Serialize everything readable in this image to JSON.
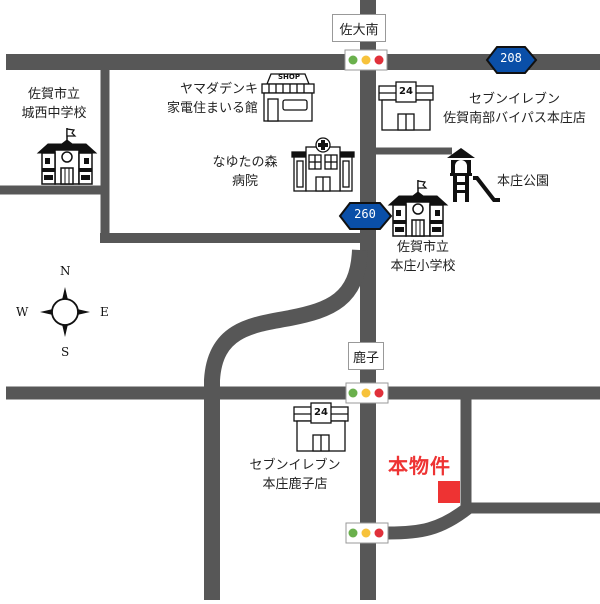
{
  "map": {
    "colors": {
      "road": "#575757",
      "route_sign_fill": "#0a4fa8",
      "route_sign_text": "#ffffff",
      "property": "#ee3333",
      "signal_green": "#6ab04c",
      "signal_yellow": "#f7c23b",
      "signal_red": "#e0303a"
    },
    "intersections": [
      {
        "name": "佐大南"
      },
      {
        "name": "鹿子"
      }
    ],
    "route_signs": [
      {
        "number": "208"
      },
      {
        "number": "260"
      }
    ],
    "landmarks": {
      "school_josei": {
        "line1": "佐賀市立",
        "line2": "城西中学校",
        "icon": "school-icon"
      },
      "yamada": {
        "line1": "ヤマダデンキ",
        "line2": "家電住まいる館",
        "icon": "shop-icon",
        "icon_text": "SHOP"
      },
      "seven_bypass": {
        "line1": "セブンイレブン",
        "line2": "佐賀南部バイパス本庄店",
        "icon": "convenience-store-icon",
        "icon_text": "24"
      },
      "hospital": {
        "line1": "なゆたの森",
        "line2": "病院",
        "icon": "hospital-icon"
      },
      "park": {
        "label": "本庄公園",
        "icon": "playground-slide-icon"
      },
      "school_honjo": {
        "line1": "佐賀市立",
        "line2": "本庄小学校",
        "icon": "school-icon"
      },
      "seven_kanoko": {
        "line1": "セブンイレブン",
        "line2": "本庄鹿子店",
        "icon": "convenience-store-icon",
        "icon_text": "24"
      }
    },
    "property": {
      "label": "本物件"
    },
    "compass": {
      "n": "N",
      "s": "S",
      "e": "E",
      "w": "W"
    }
  }
}
